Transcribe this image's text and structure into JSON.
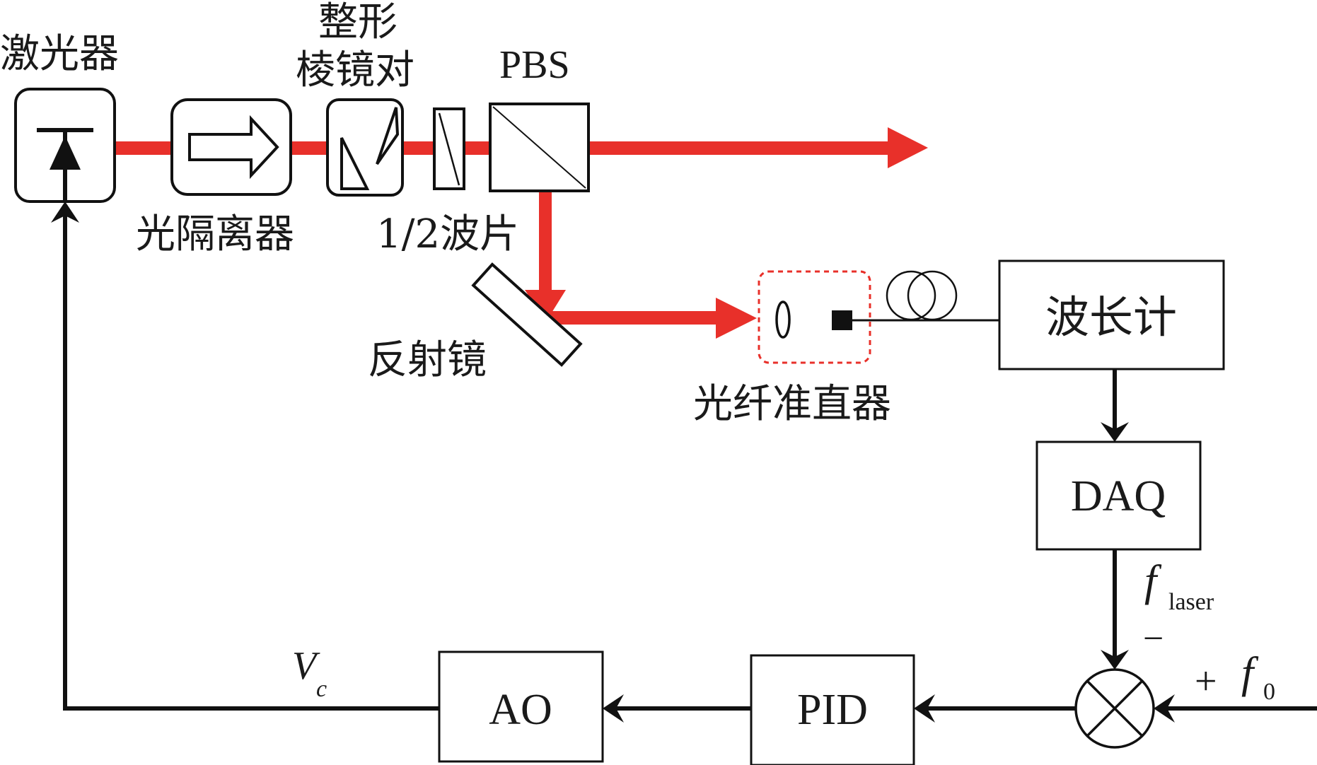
{
  "colors": {
    "beam": "#e8302a",
    "line": "#111111",
    "collimator_box": "#e8302a",
    "background": "#ffffff"
  },
  "labels": {
    "laser": "激光器",
    "prism_line1": "整形",
    "prism_line2": "棱镜对",
    "pbs": "PBS",
    "isolator": "光隔离器",
    "half_wave_plate": "1/2波片",
    "mirror": "反射镜",
    "collimator": "光纤准直器",
    "wavemeter": "波长计",
    "daq": "DAQ",
    "pid": "PID",
    "ao": "AO",
    "vc_main": "V",
    "vc_sub": "c",
    "flaser_main": "f",
    "flaser_sub": "laser",
    "minus": "−",
    "plus": "+",
    "f0_main": "f",
    "f0_sub": "0"
  }
}
